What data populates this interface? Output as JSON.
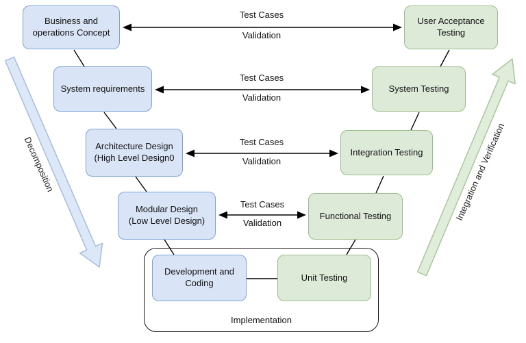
{
  "colors": {
    "box_blue_fill": "#d9e5f6",
    "box_blue_border": "#7ca3d6",
    "box_green_fill": "#dcead7",
    "box_green_border": "#9cbd8d",
    "big_arrow_blue_fill": "#dce7f8",
    "big_arrow_blue_border": "#a8bcdd",
    "big_arrow_green_fill": "#e0edda",
    "big_arrow_green_border": "#a9c79c",
    "line_color": "#000000"
  },
  "left_column": {
    "big_arrow_label": "Decomposition",
    "boxes": [
      {
        "label": "Business and\noperations Concept"
      },
      {
        "label": "System requirements"
      },
      {
        "label": "Architecture Design\n(High Level Design0"
      },
      {
        "label": "Modular Design\n(Low Level Design)"
      }
    ]
  },
  "right_column": {
    "big_arrow_label": "Integration and Verification",
    "boxes": [
      {
        "label": "User Acceptance\nTesting"
      },
      {
        "label": "System Testing"
      },
      {
        "label": "Integration Testing"
      },
      {
        "label": "Functional Testing"
      }
    ]
  },
  "cross_arrows": [
    {
      "top_label": "Test Cases",
      "bottom_label": "Validation"
    },
    {
      "top_label": "Test Cases",
      "bottom_label": "Validation"
    },
    {
      "top_label": "Test Cases",
      "bottom_label": "Validation"
    },
    {
      "top_label": "Test Cases",
      "bottom_label": "Validation"
    }
  ],
  "implementation": {
    "label": "Implementation",
    "left_box": "Development and\nCoding",
    "right_box": "Unit Testing"
  }
}
